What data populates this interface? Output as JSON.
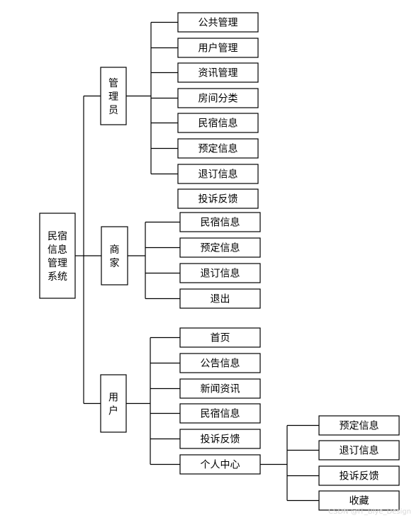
{
  "root": "民宿信息管理系统",
  "roles": [
    {
      "name": "管理员",
      "items": [
        "公共管理",
        "用户管理",
        "资讯管理",
        "房间分类",
        "民宿信息",
        "预定信息",
        "退订信息"
      ]
    },
    {
      "name": "商家",
      "items": [
        "投诉反馈",
        "民宿信息",
        "预定信息",
        "退订信息",
        "退出"
      ]
    },
    {
      "name": "用户",
      "items": [
        "首页",
        "公告信息",
        "新闻资讯",
        "民宿信息",
        "投诉反馈",
        "个人中心"
      ]
    }
  ],
  "personal_center": {
    "name": "个人中心",
    "items": [
      "预定信息",
      "退订信息",
      "投诉反馈",
      "收藏"
    ]
  },
  "watermark": "CSDN @IT_Biye_Design"
}
